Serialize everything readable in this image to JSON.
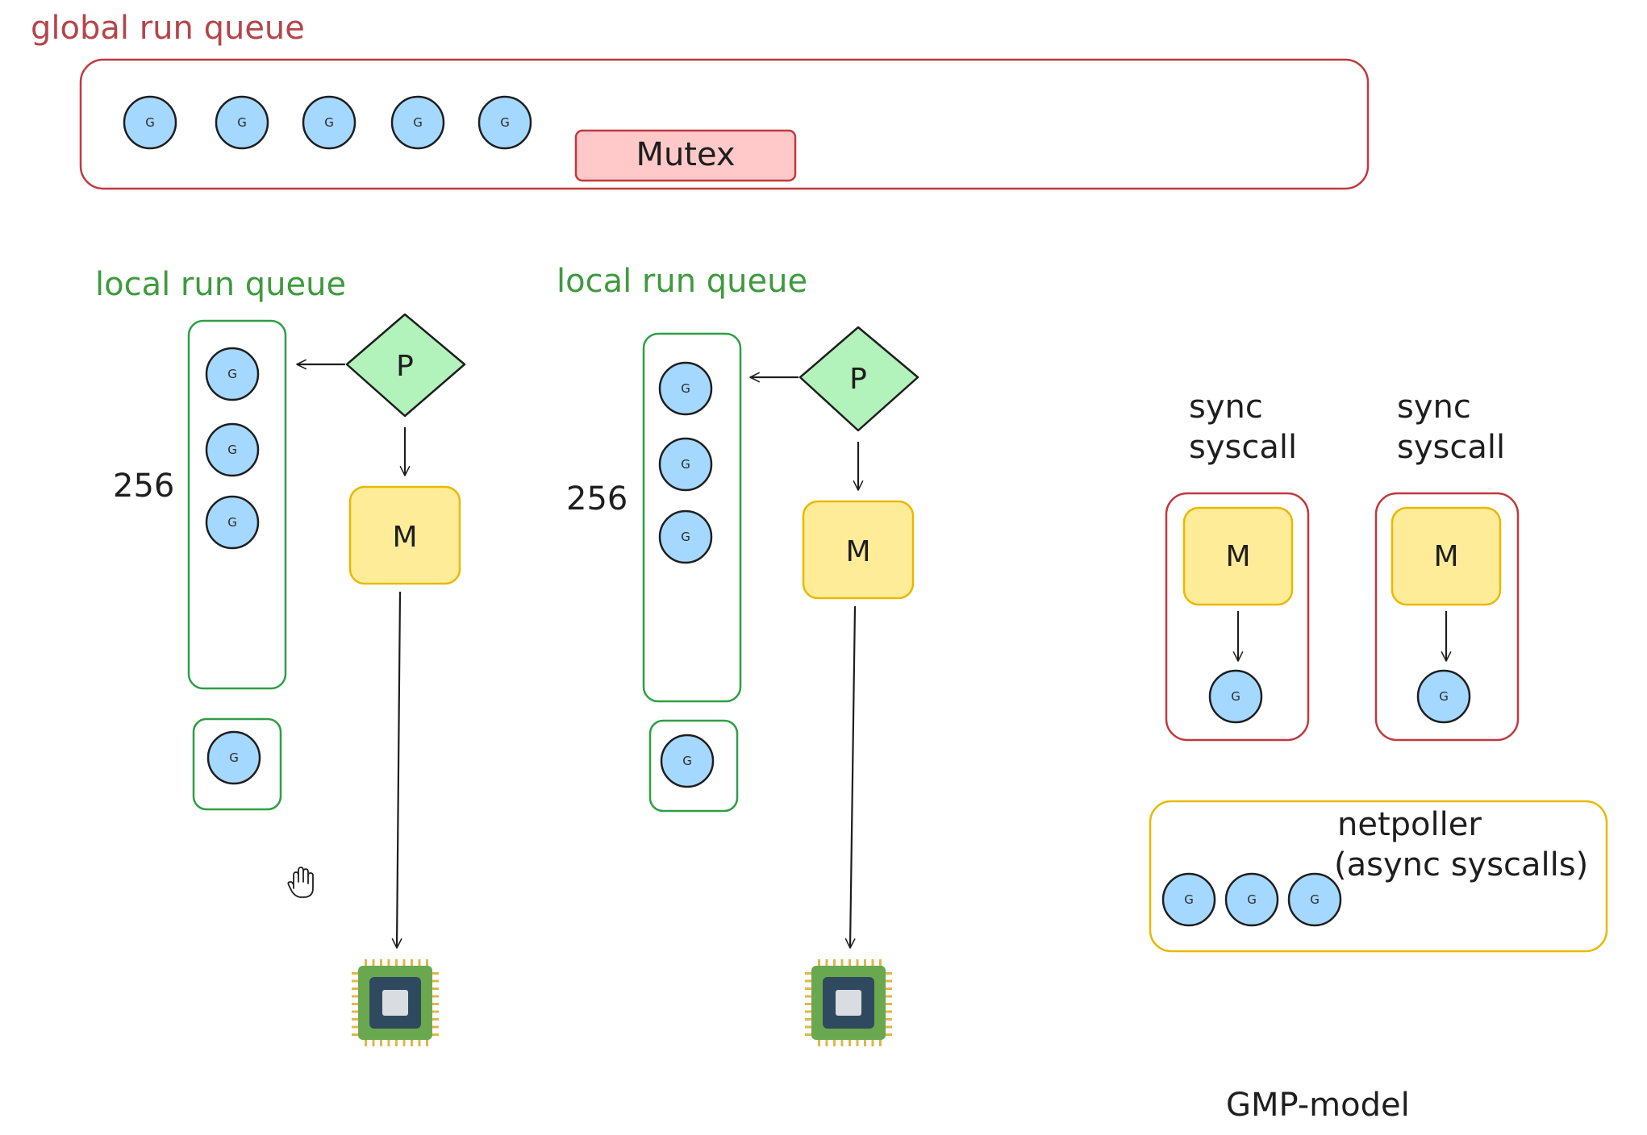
{
  "diagram": {
    "global_queue": {
      "label": "global run queue",
      "goroutine_label": "G",
      "goroutine_count": 5,
      "lock_label": "Mutex"
    },
    "processors": [
      {
        "queue_label": "local run queue",
        "capacity_label": "256",
        "queued_goroutines": 3,
        "runnext_goroutines": 1,
        "p_label": "P",
        "m_label": "M"
      },
      {
        "queue_label": "local run queue",
        "capacity_label": "256",
        "queued_goroutines": 3,
        "runnext_goroutines": 1,
        "p_label": "P",
        "m_label": "M"
      }
    ],
    "syscalls": [
      {
        "label_line1": "sync",
        "label_line2": "syscall",
        "m_label": "M"
      },
      {
        "label_line1": "sync",
        "label_line2": "syscall",
        "m_label": "M"
      }
    ],
    "netpoller": {
      "label_line1": "netpoller",
      "label_line2": "(async syscalls)",
      "goroutine_count": 3
    },
    "footer_label": "GMP-model",
    "icons": [
      "cpu-chip-icon",
      "hand-cursor-icon"
    ],
    "colors": {
      "goroutine_fill": "#a5d8ff",
      "p_fill": "#b2f2bb",
      "m_fill": "#ffec99",
      "mutex_fill": "#ffc9c9",
      "red_stroke": "#c0393e",
      "green_stroke": "#2f9e44",
      "yellow_stroke": "#e8b900"
    }
  }
}
